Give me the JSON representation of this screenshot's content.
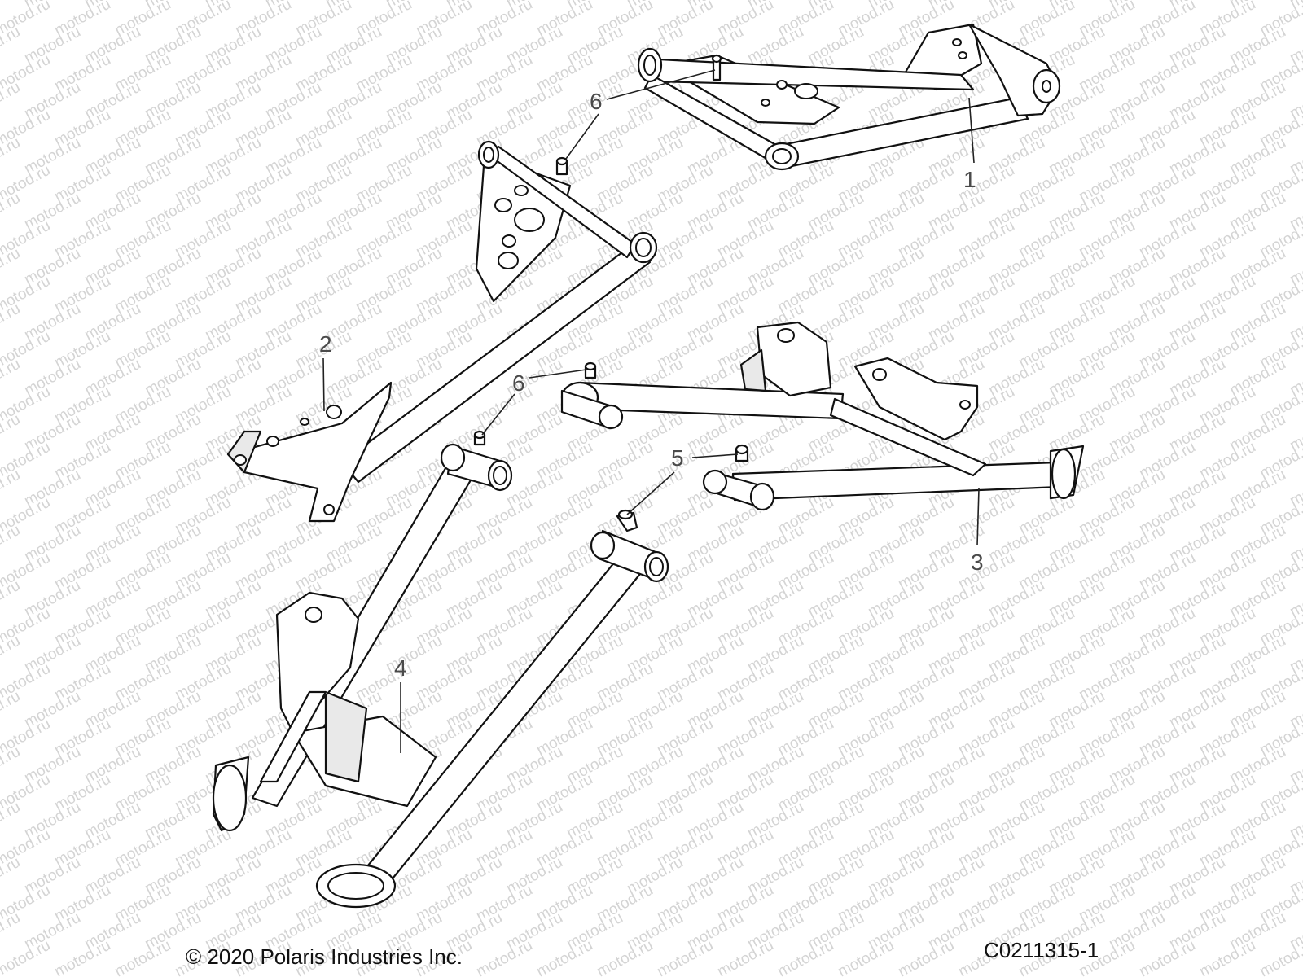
{
  "callouts": {
    "c1": "1",
    "c2": "2",
    "c3": "3",
    "c4": "4",
    "c5": "5",
    "c6a": "6",
    "c6b": "6"
  },
  "watermark": "motod.ru",
  "footer": {
    "copyright": "© 2020 Polaris Industries Inc.",
    "figure_id": "C0211315-1"
  }
}
